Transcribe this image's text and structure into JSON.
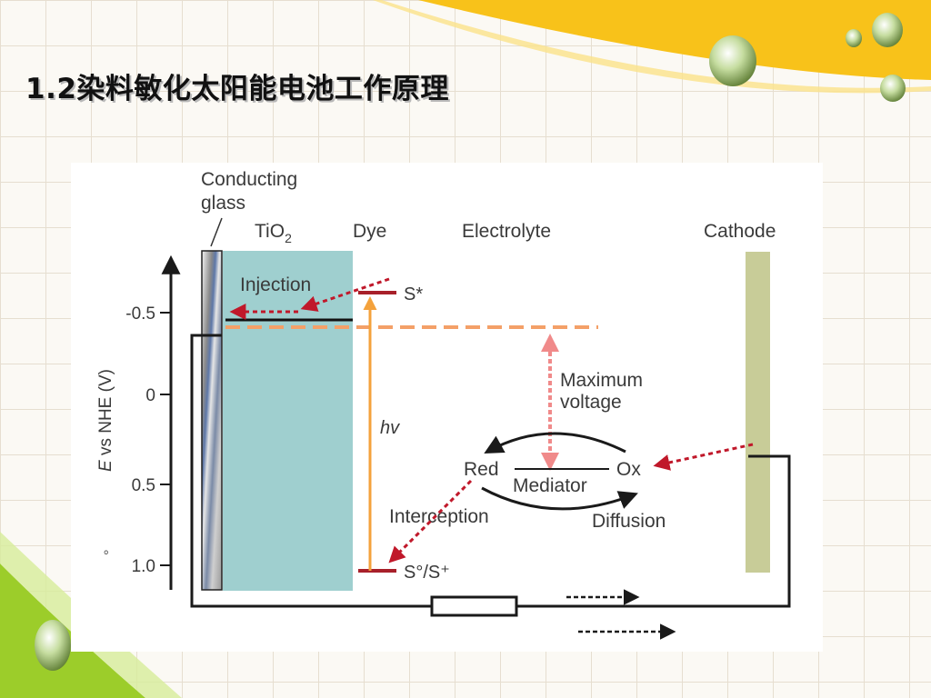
{
  "slide": {
    "title": "1.2染料敏化太阳能电池工作原理",
    "colors": {
      "swoosh_yellow": "#f8c21a",
      "swoosh_green": "#9ccd2a",
      "tio2": "#9fcfcf",
      "cathode": "#c8cc98"
    }
  },
  "diagram": {
    "labels": {
      "conducting_glass": [
        "Conducting",
        "glass"
      ],
      "tio2": "TiO",
      "tio2_sub": "2",
      "dye": "Dye",
      "electrolyte": "Electrolyte",
      "cathode": "Cathode",
      "injection": "Injection",
      "s_star": "S*",
      "s_ground": "S°/S⁺",
      "hv": "hv",
      "max_voltage": [
        "Maximum",
        "voltage"
      ],
      "red": "Red",
      "mediator": "Mediator",
      "ox": "Ox",
      "interception": "Interception",
      "diffusion": "Diffusion",
      "stray_mark": "。"
    },
    "y_axis": {
      "label_e": "E",
      "label_rest": " vs NHE (V)",
      "ticks": [
        "-0.5",
        "0",
        "0.5",
        "1.0"
      ]
    }
  }
}
